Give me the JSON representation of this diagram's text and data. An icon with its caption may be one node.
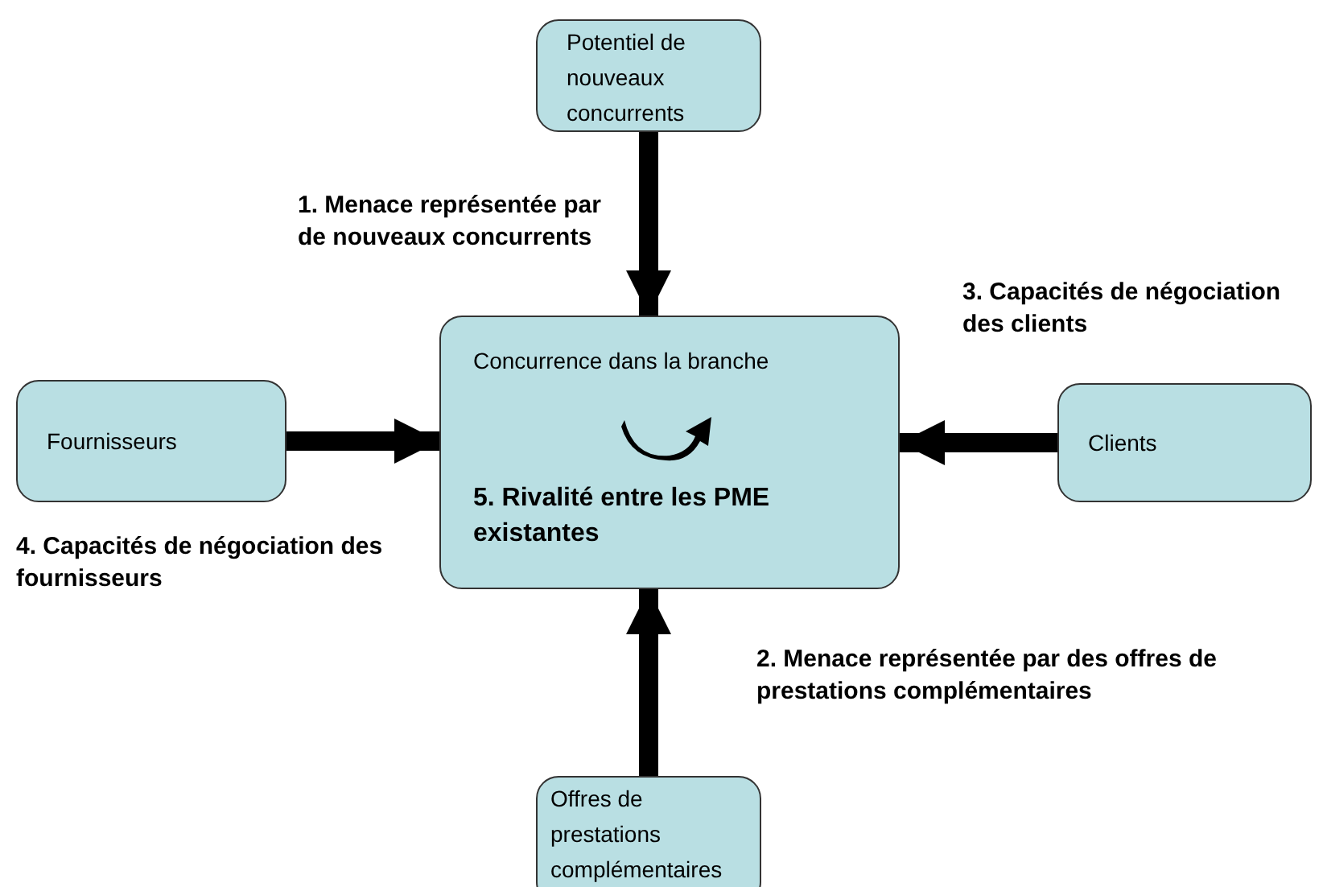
{
  "diagram": {
    "nodes": [
      {
        "text": [
          "Potentiel de nouveaux concurrents"
        ]
      },
      {
        "text": [
          "Concurrence dans la branche",
          "5. Rivalité entre les PME existantes"
        ]
      },
      {
        "text": [
          "Fournisseurs"
        ]
      },
      {
        "text": [
          "Clients"
        ]
      },
      {
        "text": [
          "Offres de prestations complémentaires"
        ]
      }
    ],
    "edges": [
      {
        "from": 0,
        "to": 1,
        "arrow": "to",
        "label": "1. Menace représentée par de nouveaux concurrents"
      },
      {
        "from": 4,
        "to": 1,
        "arrow": "to",
        "label": "2. Menace représentée par des offres de prestations complémentaires"
      },
      {
        "from": 3,
        "to": 1,
        "arrow": "to",
        "label": "3. Capacités de négociation des clients"
      },
      {
        "from": 2,
        "to": 1,
        "arrow": "to",
        "label": "4. Capacités de négociation des fournisseurs"
      }
    ]
  }
}
